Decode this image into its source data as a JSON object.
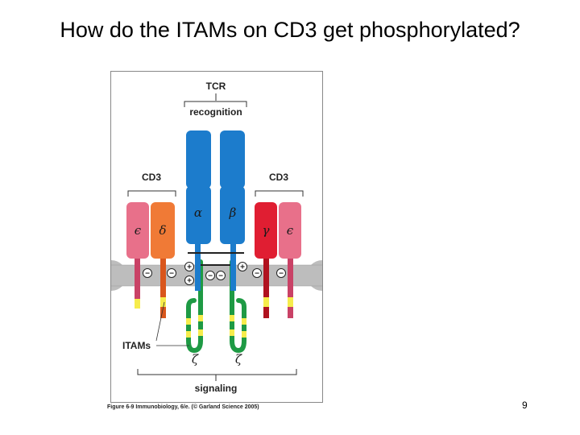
{
  "slide": {
    "title": "How do the ITAMs on CD3 get phosphorylated?",
    "page_number": "9"
  },
  "figure": {
    "caption": "Figure 6-9 Immunobiology, 6/e. (© Garland Science 2005)",
    "labels": {
      "tcr": "TCR",
      "recognition": "recognition",
      "cd3_left": "CD3",
      "cd3_right": "CD3",
      "itams": "ITAMs",
      "signaling": "signaling"
    },
    "chains": {
      "alpha": "α",
      "beta": "β",
      "delta": "δ",
      "epsilon_left": "ϵ",
      "gamma": "γ",
      "epsilon_right": "ϵ",
      "zeta_left": "ζ",
      "zeta_right": "ζ"
    },
    "charges": {
      "plus": "+",
      "minus": "−"
    },
    "colors": {
      "tcr_blue": "#1c7ccc",
      "epsilon_pink": "#e8708a",
      "delta_orange": "#f07a36",
      "gamma_red": "#e01e32",
      "zeta_green": "#1e9a44",
      "itam_yellow": "#f6ec4c",
      "membrane_gray": "#bdbdbd"
    }
  }
}
